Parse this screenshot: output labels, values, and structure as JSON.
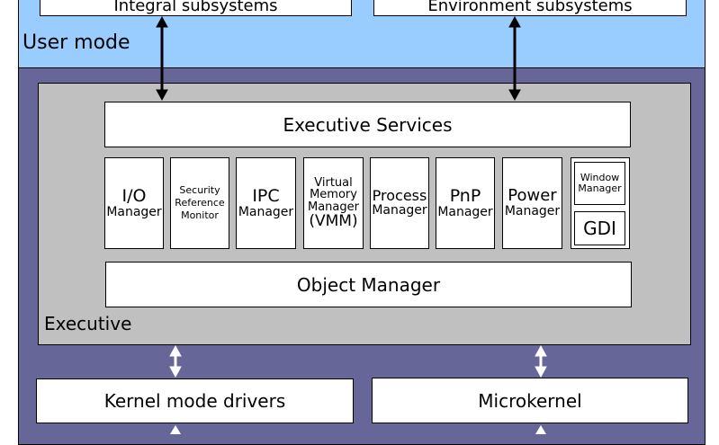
{
  "user_mode": {
    "label": "User mode",
    "integral_subsystems": "Integral subsystems",
    "environment_subsystems": "Environment subsystems"
  },
  "executive": {
    "label": "Executive",
    "services": "Executive Services",
    "object_manager": "Object Manager",
    "managers": {
      "io": {
        "line1": "I/O",
        "line2": "Manager"
      },
      "security": {
        "line1": "Security",
        "line2": "Reference",
        "line3": "Monitor"
      },
      "ipc": {
        "line1": "IPC",
        "line2": "Manager"
      },
      "vmm": {
        "line1": "Virtual",
        "line2": "Memory",
        "line3": "Manager",
        "line4": "(VMM)"
      },
      "process": {
        "line1": "Process",
        "line2": "Manager"
      },
      "pnp": {
        "line1": "PnP",
        "line2": "Manager"
      },
      "power": {
        "line1": "Power",
        "line2": "Manager"
      },
      "window": {
        "line1": "Window",
        "line2": "Manager",
        "gdi": "GDI"
      }
    }
  },
  "kernel": {
    "drivers": "Kernel mode drivers",
    "microkernel": "Microkernel"
  },
  "colors": {
    "user_mode_bg": "#99ccff",
    "kernel_mode_bg": "#666699",
    "executive_bg": "#c0c0c0"
  }
}
